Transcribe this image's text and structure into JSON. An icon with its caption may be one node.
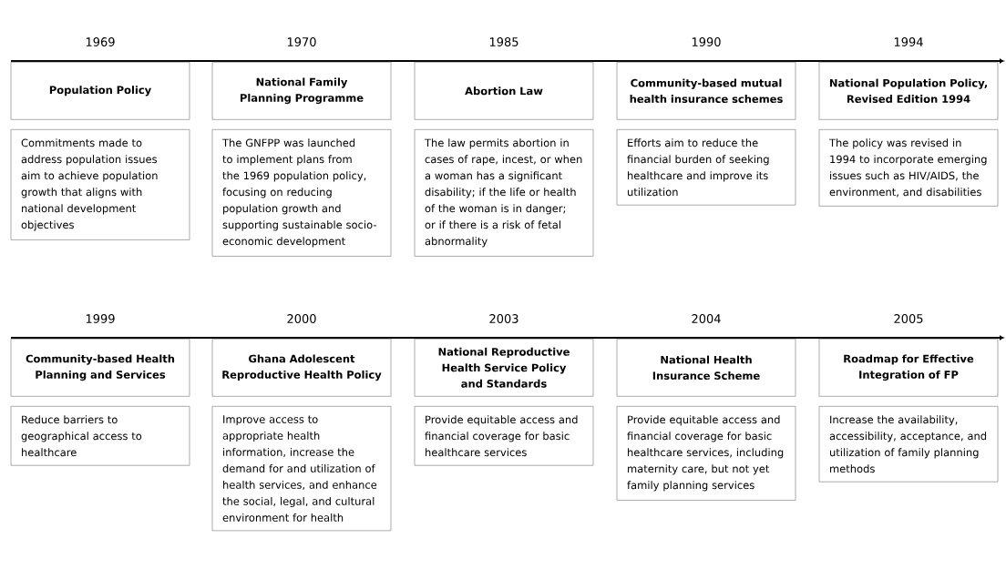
{
  "diagram": {
    "nodes": [
      {
        "text": [
          "Population Policy"
        ],
        "beside": [
          "1969"
        ]
      },
      {
        "text": [
          "Commitments made to address population issues aim to achieve population growth that aligns with national development objectives"
        ]
      },
      {
        "text": [
          "National Family Planning Programme"
        ],
        "beside": [
          "1970"
        ]
      },
      {
        "text": [
          "The GNFPP was launched to implement plans from the 1969 population policy, focusing on reducing population growth and supporting sustainable socio-economic development"
        ]
      },
      {
        "text": [
          "Abortion Law"
        ],
        "beside": [
          "1985"
        ]
      },
      {
        "text": [
          "The law permits abortion in cases of rape, incest, or when a woman has a significant disability; if the life or health of the woman is in danger; or if there is a risk of fetal abnormality"
        ]
      },
      {
        "text": [
          "Community-based mutual health insurance schemes"
        ],
        "beside": [
          "1990"
        ]
      },
      {
        "text": [
          "Efforts aim to reduce the financial burden of seeking healthcare and improve its utilization"
        ]
      },
      {
        "text": [
          "National Population Policy, Revised Edition 1994"
        ],
        "beside": [
          "1994"
        ]
      },
      {
        "text": [
          "The policy was revised in 1994 to incorporate emerging issues such as HIV/AIDS, the environment, and disabilities"
        ]
      },
      {
        "text": [
          "Community-based Health Planning and Services"
        ],
        "beside": [
          "1999"
        ]
      },
      {
        "text": [
          "Reduce barriers to geographical access to healthcare"
        ]
      },
      {
        "text": [
          "Ghana Adolescent Reproductive Health Policy"
        ],
        "beside": [
          "2000"
        ]
      },
      {
        "text": [
          "Improve access to appropriate health information, increase the demand for and utilization of health services, and enhance the social, legal, and cultural environment for health"
        ]
      },
      {
        "text": [
          "National Reproductive Health Service Policy and Standards"
        ],
        "beside": [
          "2003"
        ]
      },
      {
        "text": [
          "Provide equitable access and financial coverage for basic healthcare services"
        ]
      },
      {
        "text": [
          "National Health Insurance Scheme"
        ],
        "beside": [
          "2004"
        ]
      },
      {
        "text": [
          "Provide equitable access and financial coverage for basic healthcare services, including maternity care, but not yet family planning services"
        ]
      },
      {
        "text": [
          "Roadmap for Effective Integration of FP"
        ],
        "beside": [
          "2005"
        ]
      },
      {
        "text": [
          "Increase the availability, accessibility, acceptance, and utilization of family planning methods"
        ]
      }
    ]
  }
}
